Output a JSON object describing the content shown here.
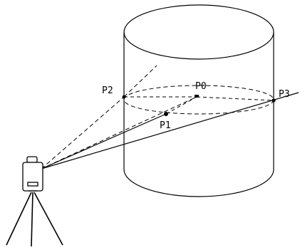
{
  "labels": {
    "p0": "P0",
    "p1": "P1",
    "p2": "P2",
    "p3": "P3"
  },
  "colors": {
    "stroke": "#000000",
    "background": "#ffffff"
  }
}
